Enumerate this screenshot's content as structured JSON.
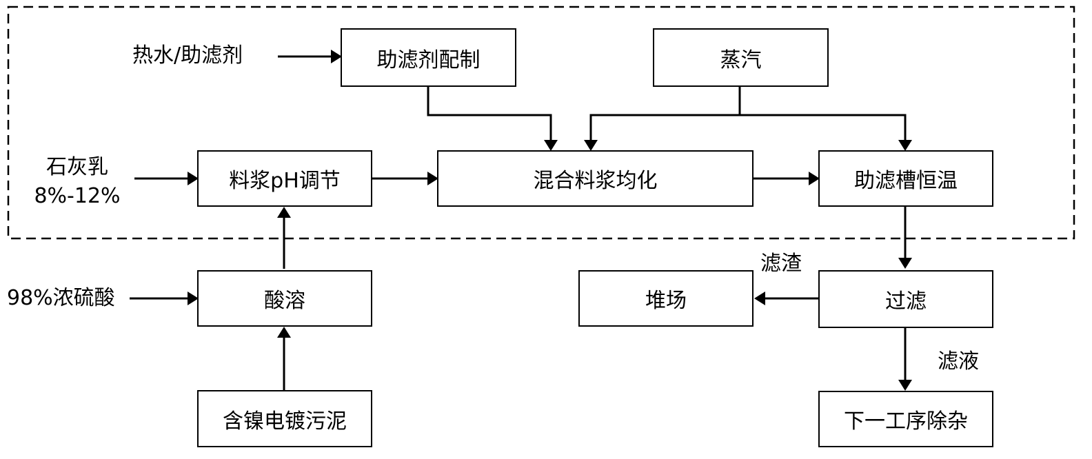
{
  "nodes": {
    "filter_aid_prep": "助滤剂配制",
    "steam": "蒸汽",
    "slurry_ph": "料浆pH调节",
    "mix_homogenize": "混合料浆均化",
    "tank_constant_temp": "助滤槽恒温",
    "acid_dissolve": "酸溶",
    "filtration": "过滤",
    "stockyard": "堆场",
    "sludge": "含镍电镀污泥",
    "next_step": "下一工序除杂"
  },
  "inputs": {
    "hot_water_aid": "热水/助滤剂",
    "lime_milk": "石灰乳",
    "lime_milk_conc": "8%-12%",
    "sulfuric_acid": "98%浓硫酸"
  },
  "edge_labels": {
    "residue": "滤渣",
    "filtrate": "滤液"
  },
  "colors": {
    "line": "#000000",
    "background": "#ffffff"
  }
}
